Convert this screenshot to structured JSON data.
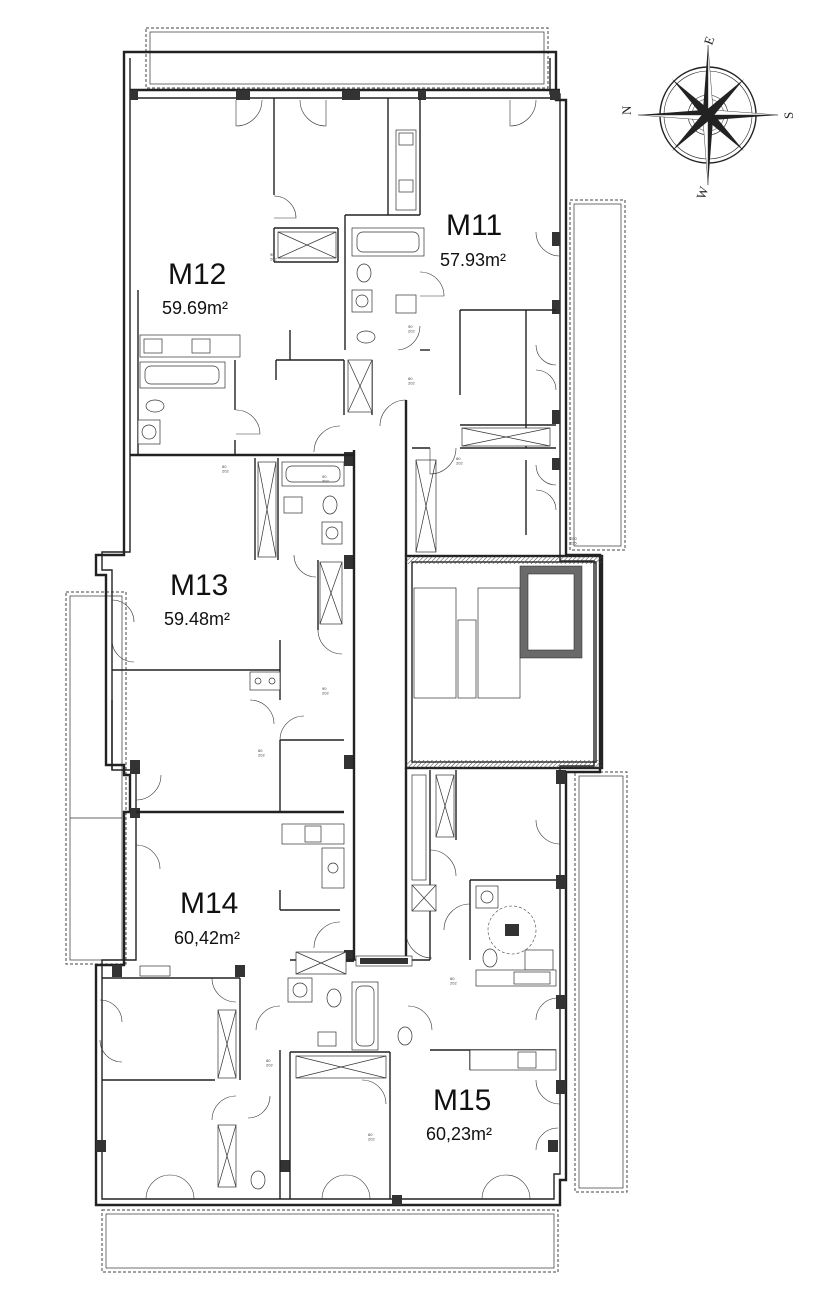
{
  "apartments": [
    {
      "id": "M11",
      "area": "57.93m²"
    },
    {
      "id": "M12",
      "area": "59.69m²"
    },
    {
      "id": "M13",
      "area": "59.48m²"
    },
    {
      "id": "M14",
      "area": "60,42m²"
    },
    {
      "id": "M15",
      "area": "60,23m²"
    }
  ],
  "compass": {
    "n": "N",
    "e": "E",
    "s": "S",
    "w": "W"
  },
  "door_tags": {
    "d1": "90\n202",
    "d2": "80\n202",
    "d3": "200\n225"
  }
}
